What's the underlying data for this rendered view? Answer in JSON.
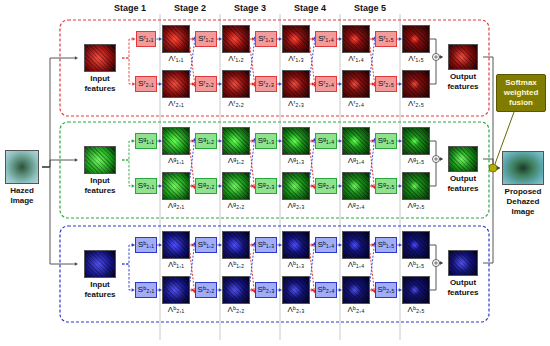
{
  "diagram": {
    "nodes": [
      {
        "text": [
          "Hazed Image"
        ]
      },
      {
        "text": [
          "Input features"
        ]
      },
      {
        "text": [
          "Sʳ₁,₁"
        ]
      },
      {
        "text": [
          "Sʳ₂,₁"
        ]
      },
      {
        "text": [
          "Λʳ₁,₁"
        ]
      },
      {
        "text": [
          "Λʳ₂,₁"
        ]
      },
      {
        "text": [
          "Sʳ₁,₂"
        ]
      },
      {
        "text": [
          "Sʳ₂,₂"
        ]
      },
      {
        "text": [
          "Λʳ₁,₂"
        ]
      },
      {
        "text": [
          "Λʳ₂,₂"
        ]
      },
      {
        "text": [
          "Sʳ₁,₃"
        ]
      },
      {
        "text": [
          "Sʳ₂,₃"
        ]
      },
      {
        "text": [
          "Λʳ₁,₃"
        ]
      },
      {
        "text": [
          "Λʳ₂,₃"
        ]
      },
      {
        "text": [
          "Sʳ₁,₄"
        ]
      },
      {
        "text": [
          "Sʳ₂,₄"
        ]
      },
      {
        "text": [
          "Λʳ₁,₄"
        ]
      },
      {
        "text": [
          "Λʳ₂,₄"
        ]
      },
      {
        "text": [
          "Sʳ₁,₅"
        ]
      },
      {
        "text": [
          "Sʳ₂,₅"
        ]
      },
      {
        "text": [
          "Λʳ₁,₅"
        ]
      },
      {
        "text": [
          "Λʳ₂,₅"
        ]
      },
      {
        "text": [
          "Output features"
        ]
      },
      {
        "text": [
          "Input features"
        ]
      },
      {
        "text": [
          "Sᵍ₁,₁"
        ]
      },
      {
        "text": [
          "Sᵍ₂,₁"
        ]
      },
      {
        "text": [
          "Λᵍ₁,₁"
        ]
      },
      {
        "text": [
          "Λᵍ₂,₁"
        ]
      },
      {
        "text": [
          "Sᵍ₁,₂"
        ]
      },
      {
        "text": [
          "Sᵍ₂,₂"
        ]
      },
      {
        "text": [
          "Λᵍ₁,₂"
        ]
      },
      {
        "text": [
          "Λᵍ₂,₂"
        ]
      },
      {
        "text": [
          "Sᵍ₁,₃"
        ]
      },
      {
        "text": [
          "Sᵍ₂,₃"
        ]
      },
      {
        "text": [
          "Λᵍ₁,₃"
        ]
      },
      {
        "text": [
          "Λᵍ₂,₃"
        ]
      },
      {
        "text": [
          "Sᵍ₁,₄"
        ]
      },
      {
        "text": [
          "Sᵍ₂,₄"
        ]
      },
      {
        "text": [
          "Λᵍ₁,₄"
        ]
      },
      {
        "text": [
          "Λᵍ₂,₄"
        ]
      },
      {
        "text": [
          "Sᵍ₁,₅"
        ]
      },
      {
        "text": [
          "Sᵍ₂,₅"
        ]
      },
      {
        "text": [
          "Λᵍ₁,₅"
        ]
      },
      {
        "text": [
          "Λᵍ₂,₅"
        ]
      },
      {
        "text": [
          "Output features"
        ]
      },
      {
        "text": [
          "Input features"
        ]
      },
      {
        "text": [
          "Sᵇ₁,₁"
        ]
      },
      {
        "text": [
          "Sᵇ₂,₁"
        ]
      },
      {
        "text": [
          "Λᵇ₁,₁"
        ]
      },
      {
        "text": [
          "Λᵇ₂,₁"
        ]
      },
      {
        "text": [
          "Sᵇ₁,₂"
        ]
      },
      {
        "text": [
          "Sᵇ₂,₂"
        ]
      },
      {
        "text": [
          "Λᵇ₁,₂"
        ]
      },
      {
        "text": [
          "Λᵇ₂,₂"
        ]
      },
      {
        "text": [
          "Sᵇ₁,₃"
        ]
      },
      {
        "text": [
          "Sᵇ₂,₃"
        ]
      },
      {
        "text": [
          "Λᵇ₁,₃"
        ]
      },
      {
        "text": [
          "Λᵇ₂,₃"
        ]
      },
      {
        "text": [
          "Sᵇ₁,₄"
        ]
      },
      {
        "text": [
          "Sᵇ₂,₄"
        ]
      },
      {
        "text": [
          "Λᵇ₁,₄"
        ]
      },
      {
        "text": [
          "Λᵇ₂,₄"
        ]
      },
      {
        "text": [
          "Sᵇ₁,₅"
        ]
      },
      {
        "text": [
          "Sᵇ₂,₅"
        ]
      },
      {
        "text": [
          "Λᵇ₁,₅"
        ]
      },
      {
        "text": [
          "Λᵇ₂,₅"
        ]
      },
      {
        "text": [
          "Output features"
        ]
      },
      {
        "text": [
          "Softmax weighted fusion"
        ]
      },
      {
        "text": [
          "Proposed Dehazed Image"
        ]
      }
    ],
    "edges": [
      {
        "from": 0,
        "to": 1,
        "arrow": "to"
      },
      {
        "from": 0,
        "to": 23,
        "arrow": "to"
      },
      {
        "from": 0,
        "to": 45,
        "arrow": "to"
      },
      {
        "from": 1,
        "to": 2,
        "arrow": "to"
      },
      {
        "from": 1,
        "to": 3,
        "arrow": "to"
      },
      {
        "from": 2,
        "to": 4,
        "arrow": "to"
      },
      {
        "from": 3,
        "to": 5,
        "arrow": "to"
      },
      {
        "from": 6,
        "to": 8,
        "arrow": "to"
      },
      {
        "from": 7,
        "to": 9,
        "arrow": "to"
      },
      {
        "from": 10,
        "to": 12,
        "arrow": "to"
      },
      {
        "from": 11,
        "to": 13,
        "arrow": "to"
      },
      {
        "from": 14,
        "to": 16,
        "arrow": "to"
      },
      {
        "from": 15,
        "to": 17,
        "arrow": "to"
      },
      {
        "from": 18,
        "to": 20,
        "arrow": "to"
      },
      {
        "from": 19,
        "to": 21,
        "arrow": "to"
      },
      {
        "from": 4,
        "to": 6,
        "arrow": "to"
      },
      {
        "from": 5,
        "to": 7,
        "arrow": "to"
      },
      {
        "from": 4,
        "to": 7,
        "arrow": "to"
      },
      {
        "from": 5,
        "to": 6,
        "arrow": "to"
      },
      {
        "from": 8,
        "to": 10,
        "arrow": "to"
      },
      {
        "from": 9,
        "to": 11,
        "arrow": "to"
      },
      {
        "from": 8,
        "to": 11,
        "arrow": "to"
      },
      {
        "from": 9,
        "to": 10,
        "arrow": "to"
      },
      {
        "from": 12,
        "to": 14,
        "arrow": "to"
      },
      {
        "from": 13,
        "to": 15,
        "arrow": "to"
      },
      {
        "from": 12,
        "to": 15,
        "arrow": "to"
      },
      {
        "from": 13,
        "to": 14,
        "arrow": "to"
      },
      {
        "from": 16,
        "to": 18,
        "arrow": "to"
      },
      {
        "from": 17,
        "to": 19,
        "arrow": "to"
      },
      {
        "from": 16,
        "to": 19,
        "arrow": "to"
      },
      {
        "from": 17,
        "to": 18,
        "arrow": "to"
      },
      {
        "from": 20,
        "to": 22,
        "arrow": "to"
      },
      {
        "from": 21,
        "to": 22,
        "arrow": "to"
      },
      {
        "from": 23,
        "to": 24,
        "arrow": "to"
      },
      {
        "from": 23,
        "to": 25,
        "arrow": "to"
      },
      {
        "from": 24,
        "to": 26,
        "arrow": "to"
      },
      {
        "from": 25,
        "to": 27,
        "arrow": "to"
      },
      {
        "from": 28,
        "to": 30,
        "arrow": "to"
      },
      {
        "from": 29,
        "to": 31,
        "arrow": "to"
      },
      {
        "from": 32,
        "to": 34,
        "arrow": "to"
      },
      {
        "from": 33,
        "to": 35,
        "arrow": "to"
      },
      {
        "from": 36,
        "to": 38,
        "arrow": "to"
      },
      {
        "from": 37,
        "to": 39,
        "arrow": "to"
      },
      {
        "from": 40,
        "to": 42,
        "arrow": "to"
      },
      {
        "from": 41,
        "to": 43,
        "arrow": "to"
      },
      {
        "from": 26,
        "to": 28,
        "arrow": "to"
      },
      {
        "from": 27,
        "to": 29,
        "arrow": "to"
      },
      {
        "from": 26,
        "to": 29,
        "arrow": "to"
      },
      {
        "from": 27,
        "to": 28,
        "arrow": "to"
      },
      {
        "from": 30,
        "to": 32,
        "arrow": "to"
      },
      {
        "from": 31,
        "to": 33,
        "arrow": "to"
      },
      {
        "from": 30,
        "to": 33,
        "arrow": "to"
      },
      {
        "from": 31,
        "to": 32,
        "arrow": "to"
      },
      {
        "from": 34,
        "to": 36,
        "arrow": "to"
      },
      {
        "from": 35,
        "to": 37,
        "arrow": "to"
      },
      {
        "from": 34,
        "to": 37,
        "arrow": "to"
      },
      {
        "from": 35,
        "to": 36,
        "arrow": "to"
      },
      {
        "from": 38,
        "to": 40,
        "arrow": "to"
      },
      {
        "from": 39,
        "to": 41,
        "arrow": "to"
      },
      {
        "from": 38,
        "to": 41,
        "arrow": "to"
      },
      {
        "from": 39,
        "to": 40,
        "arrow": "to"
      },
      {
        "from": 42,
        "to": 44,
        "arrow": "to"
      },
      {
        "from": 43,
        "to": 44,
        "arrow": "to"
      },
      {
        "from": 45,
        "to": 46,
        "arrow": "to"
      },
      {
        "from": 45,
        "to": 47,
        "arrow": "to"
      },
      {
        "from": 46,
        "to": 48,
        "arrow": "to"
      },
      {
        "from": 47,
        "to": 49,
        "arrow": "to"
      },
      {
        "from": 50,
        "to": 52,
        "arrow": "to"
      },
      {
        "from": 51,
        "to": 53,
        "arrow": "to"
      },
      {
        "from": 54,
        "to": 56,
        "arrow": "to"
      },
      {
        "from": 55,
        "to": 57,
        "arrow": "to"
      },
      {
        "from": 58,
        "to": 60,
        "arrow": "to"
      },
      {
        "from": 59,
        "to": 61,
        "arrow": "to"
      },
      {
        "from": 62,
        "to": 64,
        "arrow": "to"
      },
      {
        "from": 63,
        "to": 65,
        "arrow": "to"
      },
      {
        "from": 48,
        "to": 50,
        "arrow": "to"
      },
      {
        "from": 49,
        "to": 51,
        "arrow": "to"
      },
      {
        "from": 48,
        "to": 51,
        "arrow": "to"
      },
      {
        "from": 49,
        "to": 50,
        "arrow": "to"
      },
      {
        "from": 52,
        "to": 54,
        "arrow": "to"
      },
      {
        "from": 53,
        "to": 55,
        "arrow": "to"
      },
      {
        "from": 52,
        "to": 55,
        "arrow": "to"
      },
      {
        "from": 53,
        "to": 54,
        "arrow": "to"
      },
      {
        "from": 56,
        "to": 58,
        "arrow": "to"
      },
      {
        "from": 57,
        "to": 59,
        "arrow": "to"
      },
      {
        "from": 56,
        "to": 59,
        "arrow": "to"
      },
      {
        "from": 57,
        "to": 58,
        "arrow": "to"
      },
      {
        "from": 60,
        "to": 62,
        "arrow": "to"
      },
      {
        "from": 61,
        "to": 63,
        "arrow": "to"
      },
      {
        "from": 60,
        "to": 63,
        "arrow": "to"
      },
      {
        "from": 61,
        "to": 62,
        "arrow": "to"
      },
      {
        "from": 64,
        "to": 66,
        "arrow": "to"
      },
      {
        "from": 65,
        "to": 66,
        "arrow": "to"
      },
      {
        "from": 22,
        "to": 68,
        "arrow": "to"
      },
      {
        "from": 44,
        "to": 68,
        "arrow": "to"
      },
      {
        "from": 66,
        "to": 68,
        "arrow": "to"
      }
    ],
    "labels": [
      "Stage 1",
      "Stage 2",
      "Stage 3",
      "Stage 4",
      "Stage 5"
    ]
  }
}
